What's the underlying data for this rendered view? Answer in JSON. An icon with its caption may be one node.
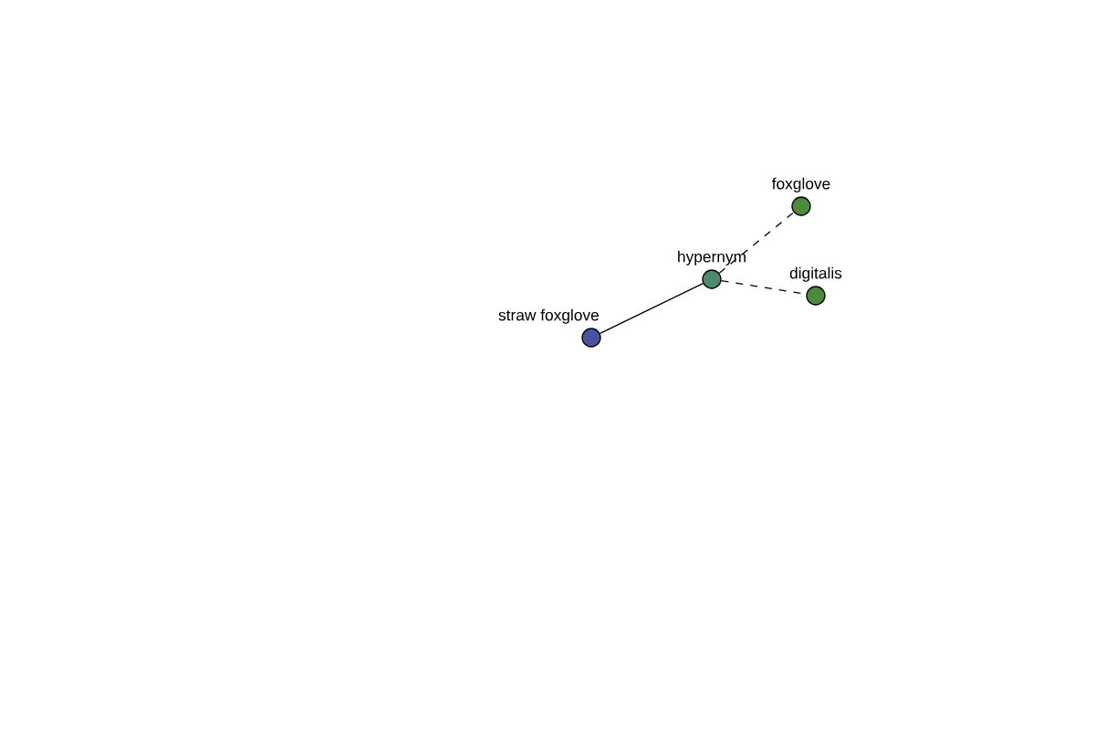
{
  "diagram": {
    "nodes": [
      {
        "text": [
          "hypernym"
        ]
      },
      {
        "text": [
          "foxglove"
        ]
      },
      {
        "text": [
          "digitalis"
        ]
      },
      {
        "text": [
          "straw foxglove"
        ]
      }
    ],
    "edges": [
      {
        "from": 0,
        "to": 1,
        "arrow": "none",
        "style": "dashed"
      },
      {
        "from": 0,
        "to": 2,
        "arrow": "none",
        "style": "dashed"
      },
      {
        "from": 3,
        "to": 0,
        "arrow": "none"
      }
    ]
  }
}
